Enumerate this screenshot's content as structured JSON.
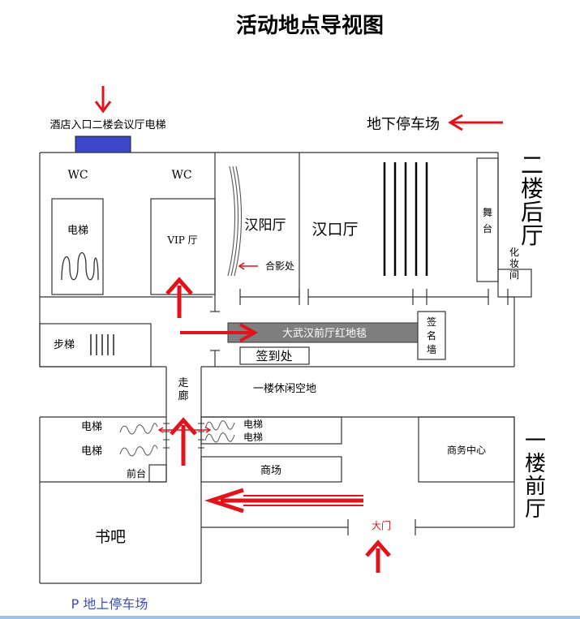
{
  "title": "活动地点导视图",
  "labels": {
    "hotel_entrance": "酒店入口二楼会议厅电梯",
    "underground_parking": "地下停车场",
    "second_floor_back_hall": [
      "二",
      "楼",
      "后",
      "厅"
    ],
    "wc_left": "WC",
    "wc_right": "WC",
    "elevator_room": "电梯",
    "vip_hall": "VIP 厅",
    "hanyang_hall": "汉阳厅",
    "photo_spot": "合影处",
    "hankou_hall": "汉口厅",
    "stage": [
      "舞",
      "台"
    ],
    "makeup_room": [
      "化",
      "妆",
      "间"
    ],
    "stairs": "步梯",
    "red_carpet": "大武汉前厅红地毯",
    "sign_wall": [
      "签",
      "名",
      "墙"
    ],
    "checkin": "签到处",
    "corridor": [
      "走",
      "廊"
    ],
    "leisure_area": "一楼休闲空地",
    "elevator_l1": "电梯",
    "elevator_l2": "电梯",
    "elevator_r1": "电梯",
    "elevator_r2": "电梯",
    "front_desk": "前台",
    "mall": "商场",
    "business_center": "商务中心",
    "first_floor_front_hall": [
      "一",
      "楼",
      "前",
      "厅"
    ],
    "book_bar": "书吧",
    "main_gate": "大门",
    "surface_parking": "P 地上停车场"
  },
  "colors": {
    "arrow": "#e3131b",
    "entrance_bar": "#3a47c9",
    "red_carpet": "#7f7f7f",
    "parking_text": "#3b4bc7",
    "gate_text": "#e3131b"
  },
  "icons": [
    "down-arrow-icon",
    "left-arrow-icon",
    "up-arrow-icon",
    "right-arrow-icon",
    "elevator-wave-icon",
    "stair-lines-icon"
  ]
}
